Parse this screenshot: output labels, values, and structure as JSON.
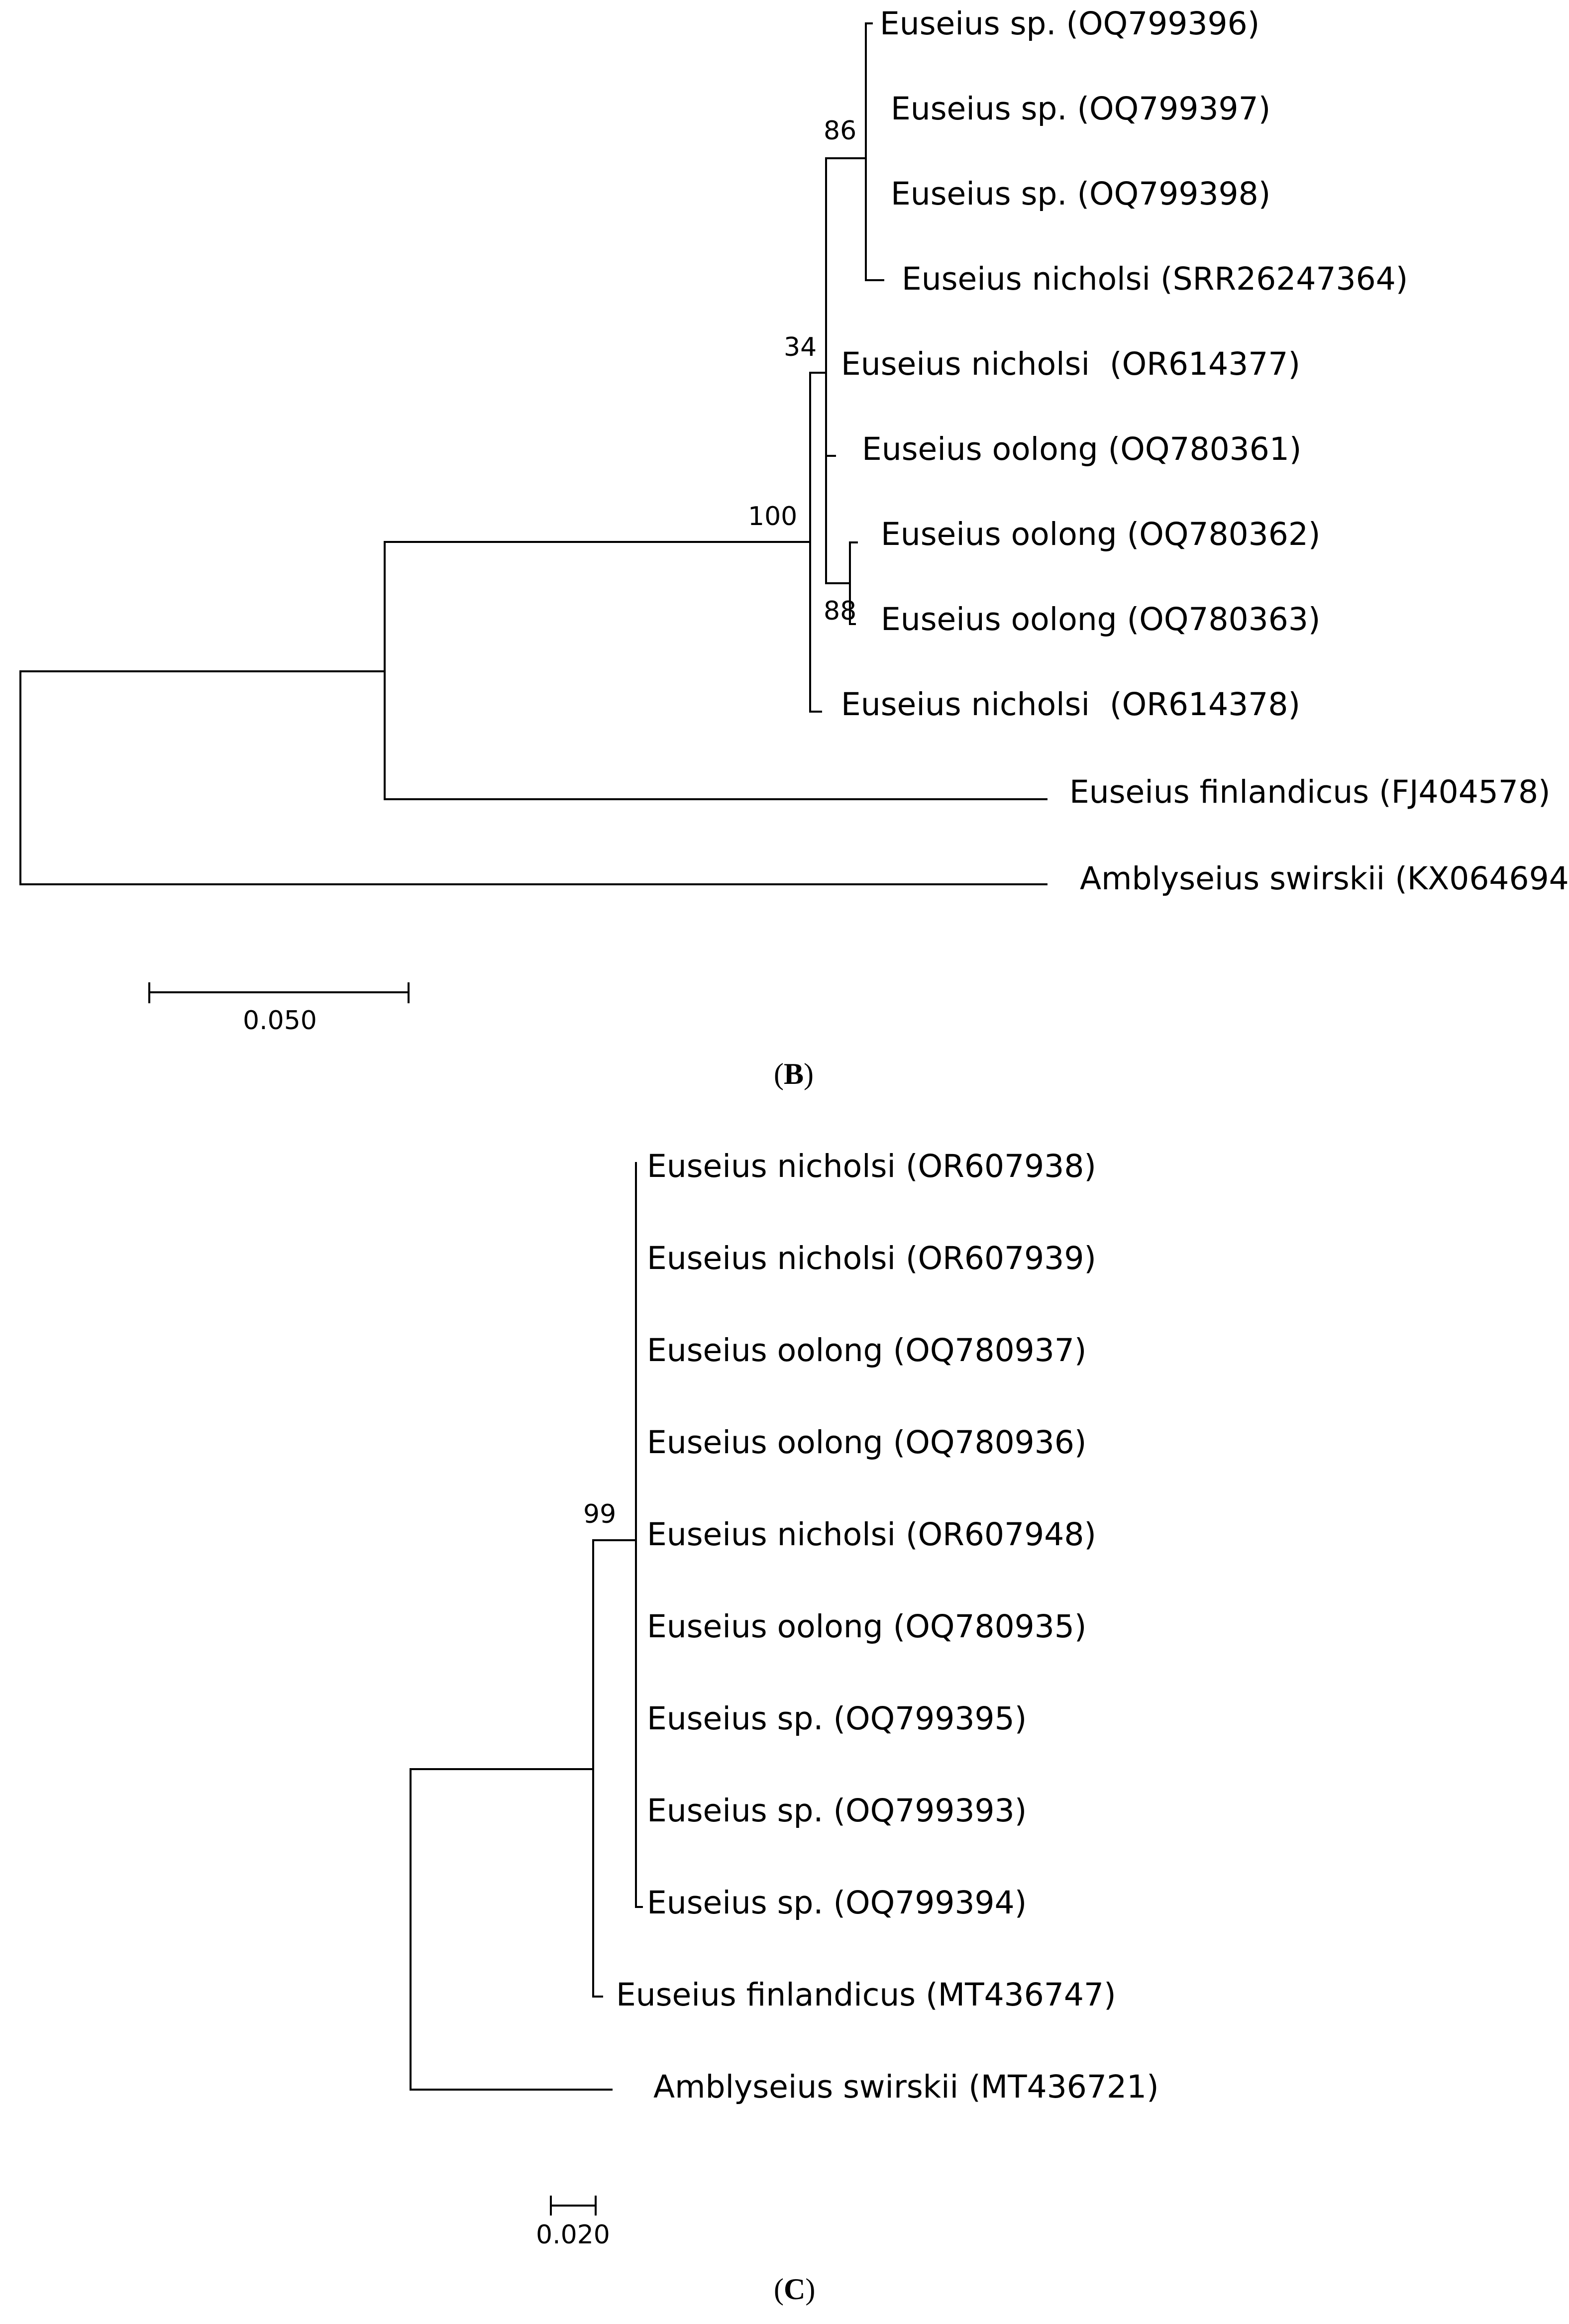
{
  "panels": [
    {
      "caption_letter": "B",
      "tree_type": "phylogenetic-tree",
      "scale_bar_label": "0.050",
      "bootstrap_values": [
        "86",
        "34",
        "100",
        "88"
      ],
      "leaves": [
        "Euseius sp. (OQ799396)",
        "Euseius sp. (OQ799397)",
        "Euseius sp. (OQ799398)",
        "Euseius nicholsi (SRR26247364)",
        "Euseius nicholsi  (OR614377)",
        "Euseius oolong (OQ780361)",
        "Euseius oolong (OQ780362)",
        "Euseius oolong (OQ780363)",
        "Euseius nicholsi  (OR614378)",
        "Euseius finlandicus (FJ404578)",
        "Amblyseius swirskii (KX064694)"
      ]
    },
    {
      "caption_letter": "C",
      "tree_type": "phylogenetic-tree",
      "scale_bar_label": "0.020",
      "bootstrap_values": [
        "99"
      ],
      "leaves": [
        "Euseius nicholsi (OR607938)",
        "Euseius nicholsi (OR607939)",
        "Euseius oolong (OQ780937)",
        "Euseius oolong (OQ780936)",
        "Euseius nicholsi (OR607948)",
        "Euseius oolong (OQ780935)",
        "Euseius sp. (OQ799395)",
        "Euseius sp. (OQ799393)",
        "Euseius sp. (OQ799394)",
        "Euseius finlandicus (MT436747)",
        "Amblyseius swirskii (MT436721)"
      ]
    }
  ]
}
